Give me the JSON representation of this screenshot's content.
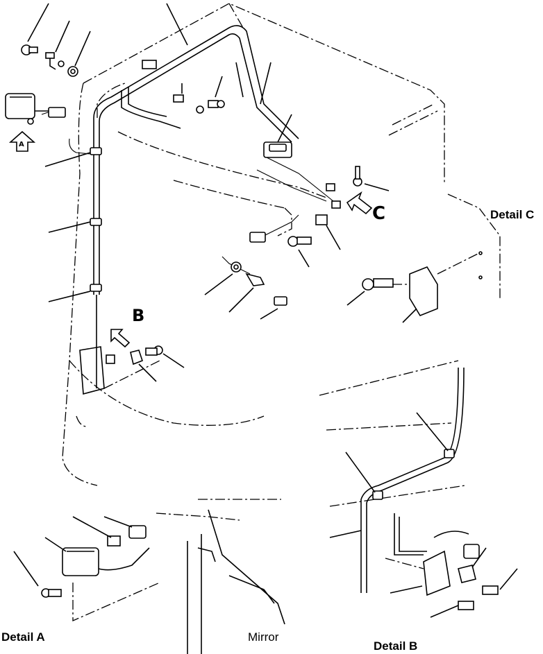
{
  "figure": {
    "callouts": {
      "view_a": "A",
      "view_b": "B",
      "view_c": "C"
    },
    "labels": {
      "detail_a": "Detail  A",
      "detail_b": "Detail  B",
      "detail_c": "Detail C",
      "mirror": "Mirror"
    }
  }
}
